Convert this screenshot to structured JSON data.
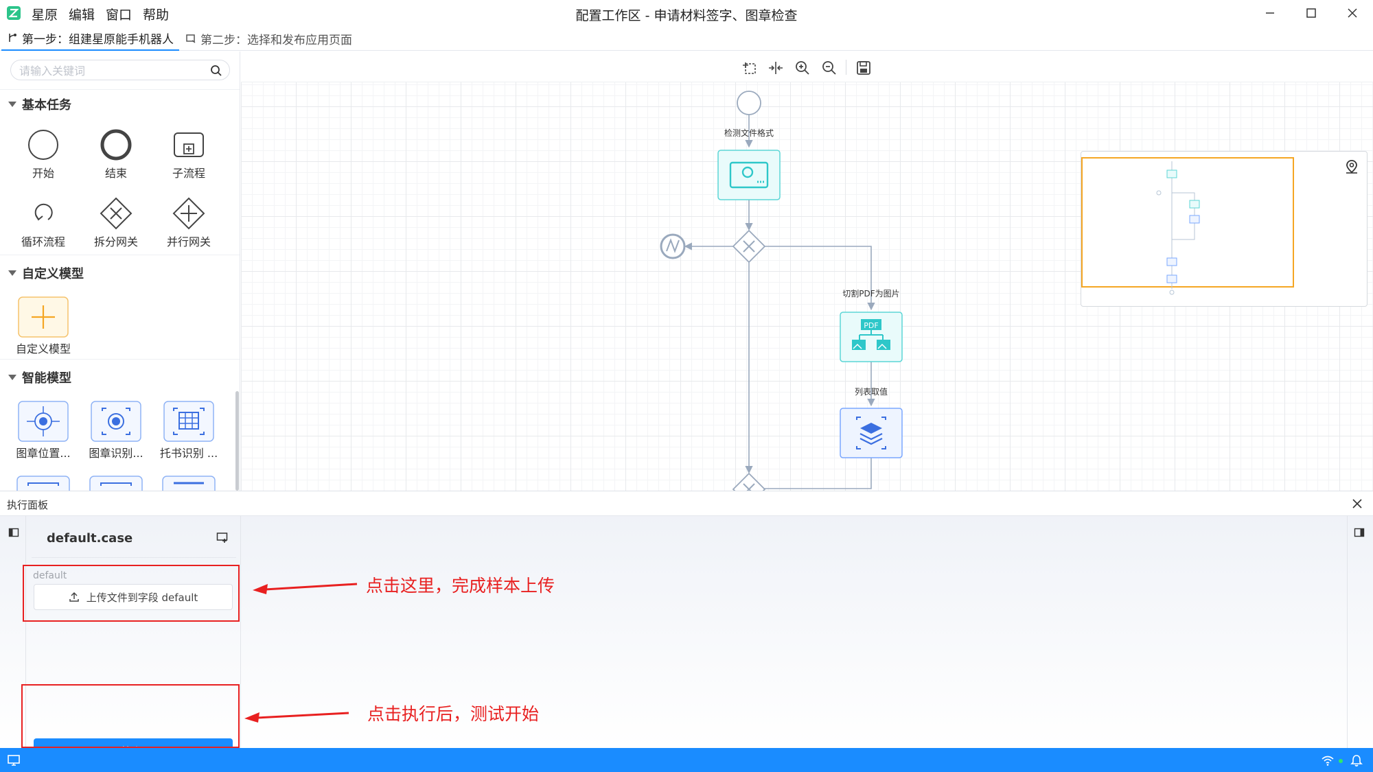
{
  "titlebar": {
    "menu": [
      "星原",
      "编辑",
      "窗口",
      "帮助"
    ],
    "title": "配置工作区 - 申请材料签字、图章检查"
  },
  "steps": [
    {
      "label": "第一步：组建星原能手机器人",
      "active": true
    },
    {
      "label": "第二步：选择和发布应用页面",
      "active": false
    }
  ],
  "palette": {
    "search_placeholder": "请输入关键词",
    "sections": {
      "basic": "基本任务",
      "custom": "自定义模型",
      "smart": "智能模型"
    },
    "basic_items": [
      {
        "label": "开始",
        "icon": "start-circle-icon"
      },
      {
        "label": "结束",
        "icon": "end-circle-icon"
      },
      {
        "label": "子流程",
        "icon": "subprocess-icon"
      },
      {
        "label": "循环流程",
        "icon": "loop-icon"
      },
      {
        "label": "拆分网关",
        "icon": "exclusive-gateway-icon"
      },
      {
        "label": "并行网关",
        "icon": "parallel-gateway-icon"
      }
    ],
    "custom_items": [
      {
        "label": "自定义模型",
        "icon": "plus-icon"
      }
    ],
    "smart_items": [
      {
        "label": "图章位置...",
        "icon": "seal-location-icon"
      },
      {
        "label": "图章识别...",
        "icon": "seal-recognition-icon"
      },
      {
        "label": "托书识别 ...",
        "icon": "document-recognition-icon"
      }
    ]
  },
  "flow": {
    "nodes": {
      "detect_format": "检测文件格式",
      "split_pdf": "切割PDF为图片",
      "list_value": "列表取值"
    }
  },
  "exec_panel": {
    "title": "执行面板",
    "case_name": "default.case",
    "field_label": "default",
    "upload_label": "上传文件到字段 default",
    "execute_label": "执行"
  },
  "annotations": {
    "upload_hint": "点击这里，完成样本上传",
    "execute_hint": "点击执行后，测试开始",
    "color": "#e82020"
  },
  "colors": {
    "accent": "#1a8cff",
    "teal": "#2ec7c9",
    "highlight": "#f5a623"
  }
}
